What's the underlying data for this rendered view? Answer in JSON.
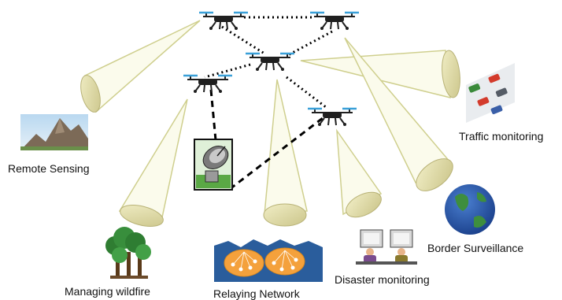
{
  "labels": {
    "remote_sensing": "Remote Sensing",
    "traffic_monitoring": "Traffic monitoring",
    "managing_wildfire": "Managing wildfire",
    "relaying_network": "Relaying Network",
    "disaster_monitoring": "Disaster monitoring",
    "border_surveillance": "Border Surveillance"
  },
  "colors": {
    "beam_fill": "#fbfbec",
    "beam_stroke": "#cfcf8e",
    "beam_end": "#e2dfa6",
    "drone_body": "#1f1f1f",
    "propeller": "#3aa0d8",
    "link": "#000000"
  },
  "icons": [
    "drone-icon",
    "satellite-dish-icon",
    "mountain-icon",
    "car-traffic-icon",
    "forest-icon",
    "globe-icon",
    "network-icon",
    "computer-operator-icon"
  ]
}
